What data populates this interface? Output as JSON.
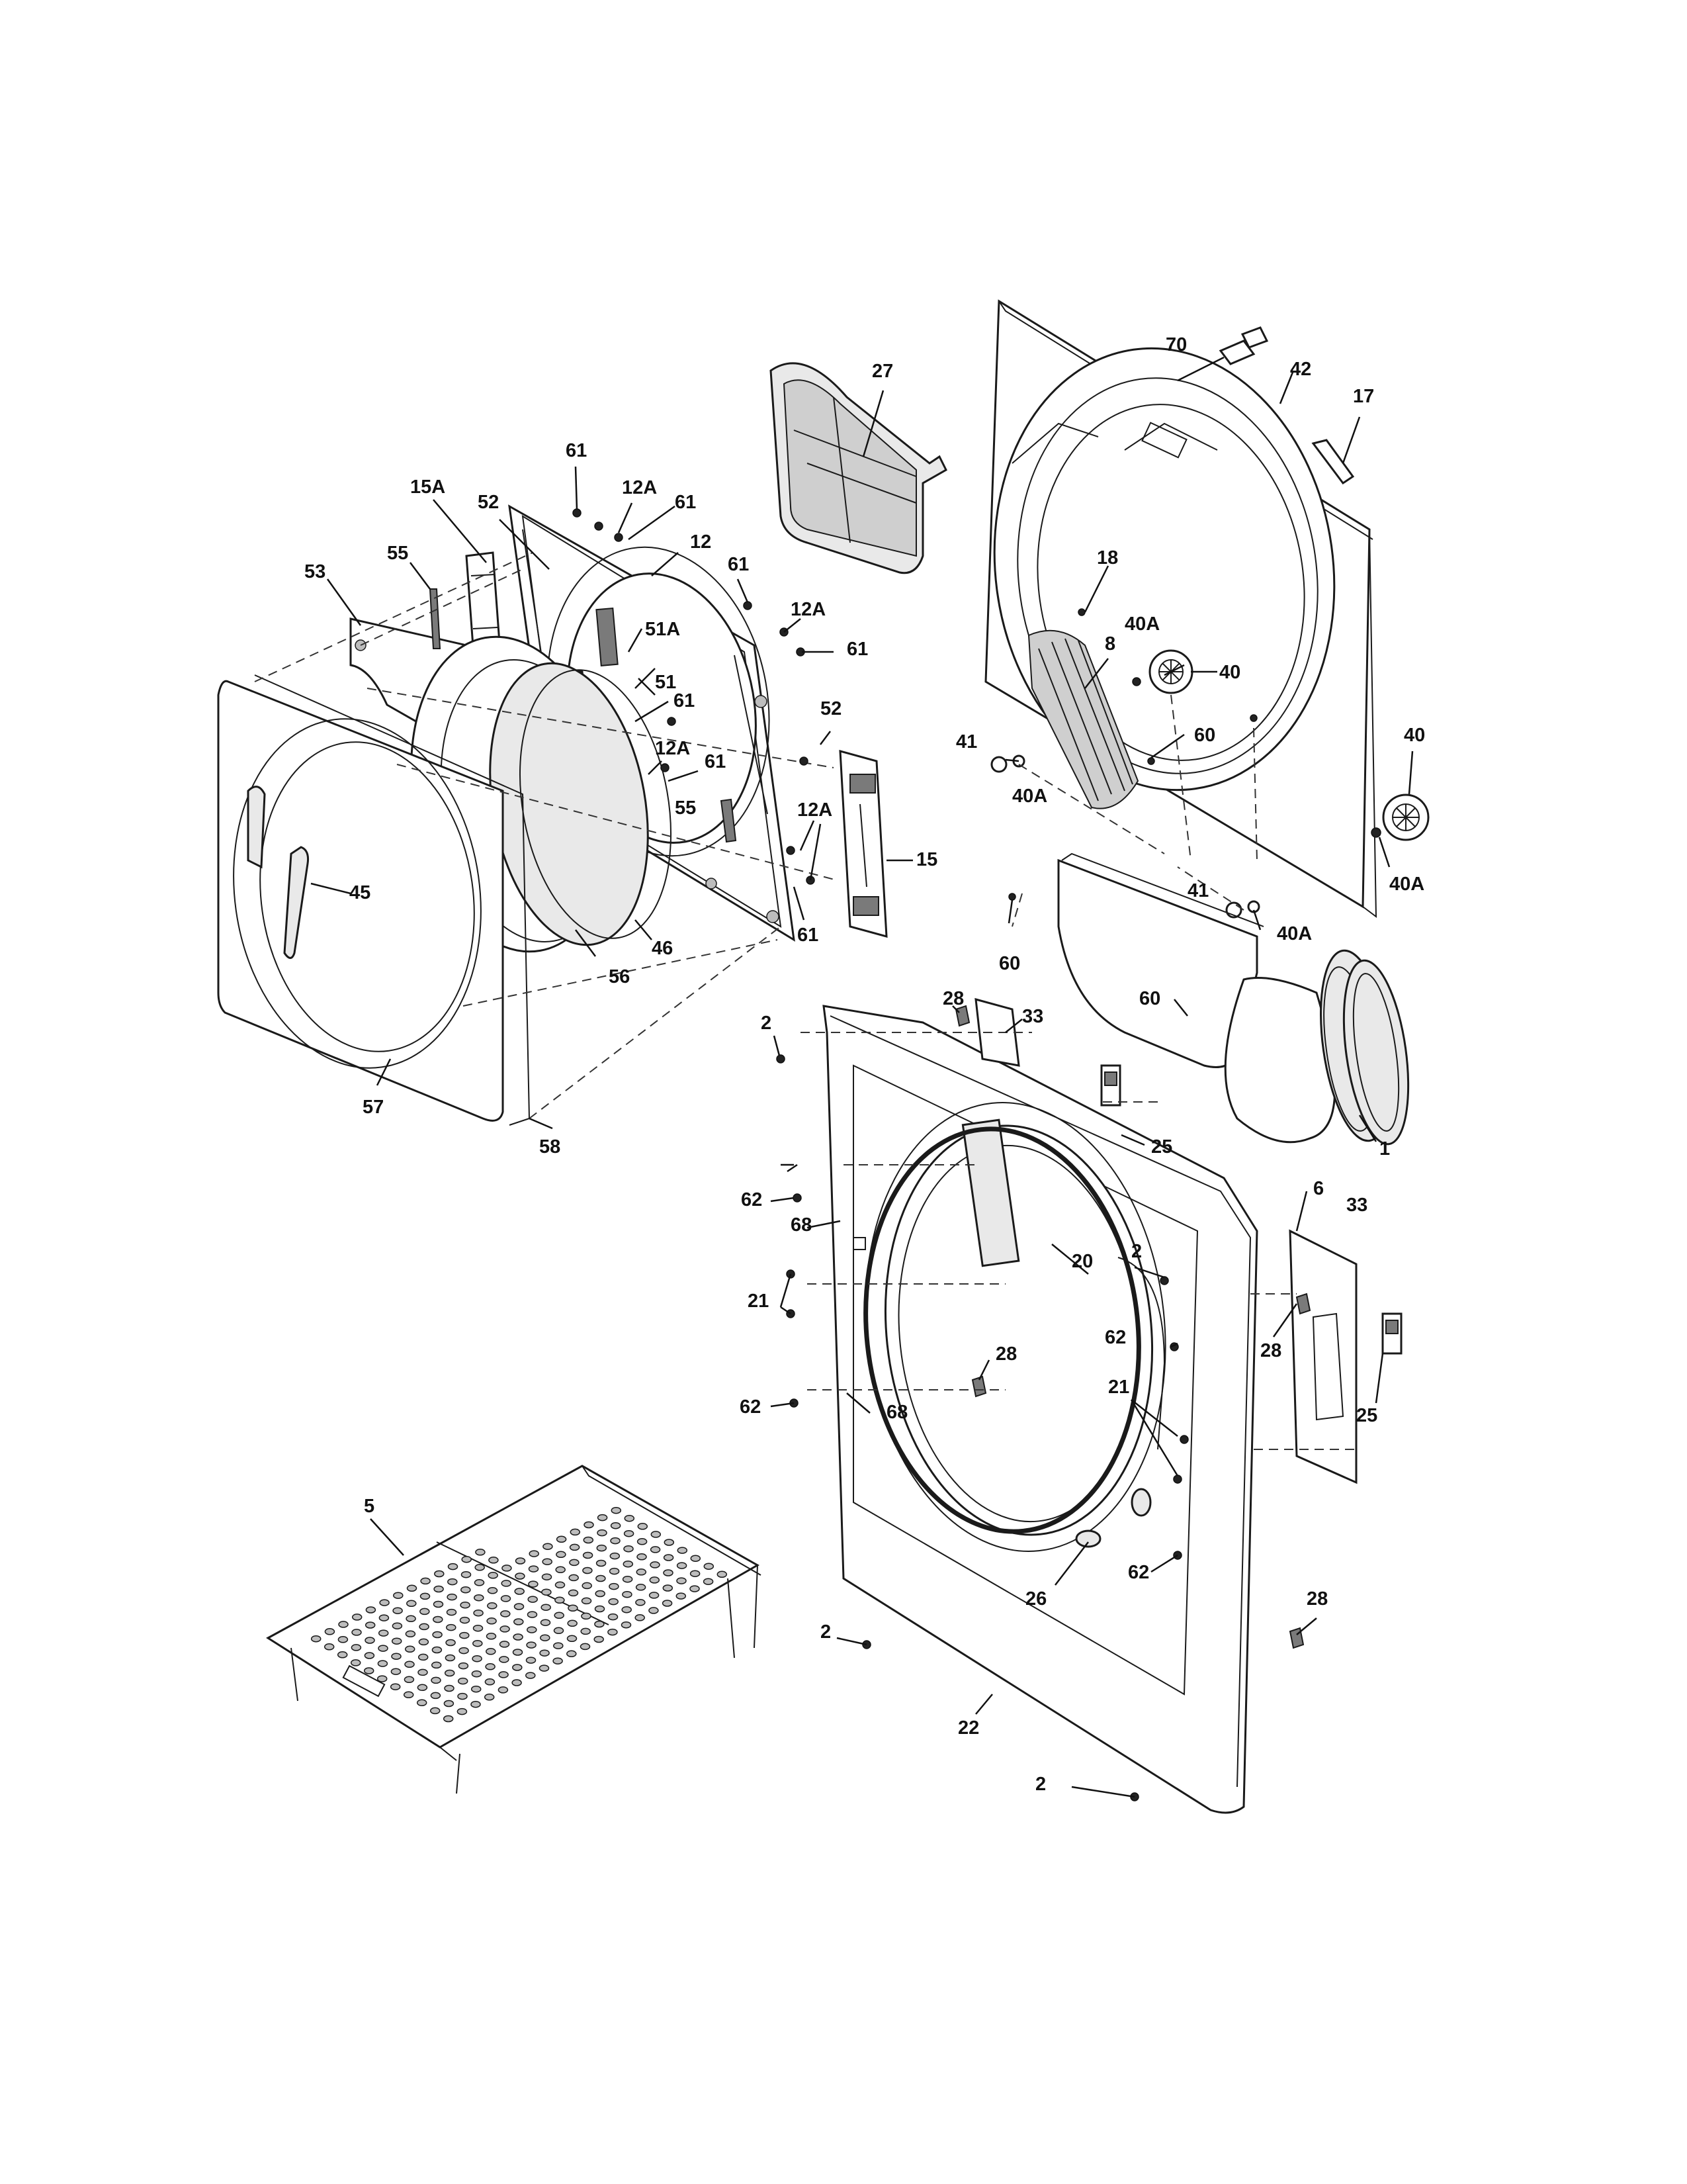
{
  "callouts": [
    {
      "id": "c-70",
      "text": "70"
    },
    {
      "id": "c-42",
      "text": "42"
    },
    {
      "id": "c-17",
      "text": "17"
    },
    {
      "id": "c-27",
      "text": "27"
    },
    {
      "id": "c-61a",
      "text": "61"
    },
    {
      "id": "c-15a",
      "text": "15A"
    },
    {
      "id": "c-12a-a",
      "text": "12A"
    },
    {
      "id": "c-61b",
      "text": "61"
    },
    {
      "id": "c-52a",
      "text": "52"
    },
    {
      "id": "c-12",
      "text": "12"
    },
    {
      "id": "c-53",
      "text": "53"
    },
    {
      "id": "c-55a",
      "text": "55"
    },
    {
      "id": "c-61c",
      "text": "61"
    },
    {
      "id": "c-12a-b",
      "text": "12A"
    },
    {
      "id": "c-51a",
      "text": "51A"
    },
    {
      "id": "c-61d",
      "text": "61"
    },
    {
      "id": "c-51",
      "text": "51"
    },
    {
      "id": "c-61e",
      "text": "61"
    },
    {
      "id": "c-52b",
      "text": "52"
    },
    {
      "id": "c-12a-c",
      "text": "12A"
    },
    {
      "id": "c-61f",
      "text": "61"
    },
    {
      "id": "c-55b",
      "text": "55"
    },
    {
      "id": "c-12a-d",
      "text": "12A"
    },
    {
      "id": "c-15",
      "text": "15"
    },
    {
      "id": "c-61g",
      "text": "61"
    },
    {
      "id": "c-45",
      "text": "45"
    },
    {
      "id": "c-46",
      "text": "46"
    },
    {
      "id": "c-56",
      "text": "56"
    },
    {
      "id": "c-57",
      "text": "57"
    },
    {
      "id": "c-58",
      "text": "58"
    },
    {
      "id": "c-18",
      "text": "18"
    },
    {
      "id": "c-40a-a",
      "text": "40A"
    },
    {
      "id": "c-8",
      "text": "8"
    },
    {
      "id": "c-40a",
      "text": "40"
    },
    {
      "id": "c-60a",
      "text": "60"
    },
    {
      "id": "c-41a",
      "text": "41"
    },
    {
      "id": "c-40a-b",
      "text": "40A"
    },
    {
      "id": "c-40b",
      "text": "40"
    },
    {
      "id": "c-40a-c",
      "text": "40A"
    },
    {
      "id": "c-41b",
      "text": "41"
    },
    {
      "id": "c-40a-d",
      "text": "40A"
    },
    {
      "id": "c-60b",
      "text": "60"
    },
    {
      "id": "c-60c",
      "text": "60"
    },
    {
      "id": "c-28a",
      "text": "28"
    },
    {
      "id": "c-33a",
      "text": "33"
    },
    {
      "id": "c-2a",
      "text": "2"
    },
    {
      "id": "c-25a",
      "text": "25"
    },
    {
      "id": "c-1",
      "text": "1"
    },
    {
      "id": "c-6",
      "text": "6"
    },
    {
      "id": "c-62a",
      "text": "62"
    },
    {
      "id": "c-68a",
      "text": "68"
    },
    {
      "id": "c-33b",
      "text": "33"
    },
    {
      "id": "c-2b",
      "text": "2"
    },
    {
      "id": "c-20",
      "text": "20"
    },
    {
      "id": "c-21a",
      "text": "21"
    },
    {
      "id": "c-28b",
      "text": "28"
    },
    {
      "id": "c-62b",
      "text": "62"
    },
    {
      "id": "c-28c",
      "text": "28"
    },
    {
      "id": "c-25b",
      "text": "25"
    },
    {
      "id": "c-62c",
      "text": "62"
    },
    {
      "id": "c-68b",
      "text": "68"
    },
    {
      "id": "c-21b",
      "text": "21"
    },
    {
      "id": "c-5",
      "text": "5"
    },
    {
      "id": "c-62d",
      "text": "62"
    },
    {
      "id": "c-26",
      "text": "26"
    },
    {
      "id": "c-28d",
      "text": "28"
    },
    {
      "id": "c-2c",
      "text": "2"
    },
    {
      "id": "c-22",
      "text": "22"
    },
    {
      "id": "c-2d",
      "text": "2"
    }
  ]
}
